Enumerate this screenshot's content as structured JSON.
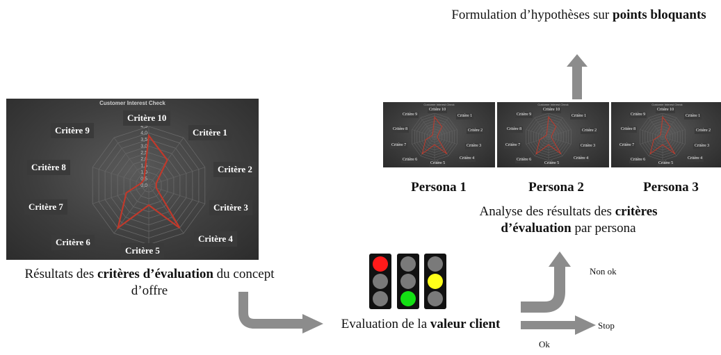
{
  "left_panel": {
    "chart_title": "Customer Interest Check",
    "criteria": [
      "Critère 1",
      "Critère 2",
      "Critère 3",
      "Critère 4",
      "Critère 5",
      "Critère 6",
      "Critère 7",
      "Critère 8",
      "Critère 9",
      "Critère 10"
    ],
    "scale_ticks": [
      "0,0",
      "0,5",
      "1,0",
      "1,5",
      "2,0",
      "2,5",
      "3,0",
      "3,5",
      "4,0",
      "4,5"
    ]
  },
  "chart_data": {
    "type": "radar",
    "title": "Customer Interest Check",
    "categories": [
      "Critère 1",
      "Critère 2",
      "Critère 3",
      "Critère 4",
      "Critère 5",
      "Critère 6",
      "Critère 7",
      "Critère 8",
      "Critère 9",
      "Critère 10"
    ],
    "rlim": [
      0,
      4.5
    ],
    "series": [
      {
        "values": [
          2.4,
          0.6,
          0.6,
          4.0,
          1.5,
          4.0,
          1.8,
          0.6,
          0.6,
          3.8
        ]
      }
    ],
    "grid": true,
    "legend": "none"
  },
  "captions": {
    "left_text": "Résultats des",
    "left_bold": "critères d’évaluation",
    "left_tail": "du concept d’offre",
    "top_text": "Formulation d’hypothèses sur",
    "top_bold": "points bloquants",
    "analysis_text": "Analyse des résultats des",
    "analysis_bold": "critères d’évaluation",
    "analysis_tail": "par persona",
    "eval_text": "Evaluation de la",
    "eval_bold": "valeur client"
  },
  "personas": [
    "Persona 1",
    "Persona 2",
    "Persona 3"
  ],
  "branches": {
    "non_ok": "Non ok",
    "stop": "Stop",
    "ok": "Ok"
  },
  "traffic_lights": [
    {
      "lit": "top",
      "color": "#ff0000"
    },
    {
      "lit": "bottom",
      "color": "#00e000"
    },
    {
      "lit": "middle",
      "color": "#ffff00"
    }
  ],
  "colors": {
    "arrow": "#8c8c8c",
    "series": "#c0392b",
    "panel": "#3e3e3e"
  }
}
